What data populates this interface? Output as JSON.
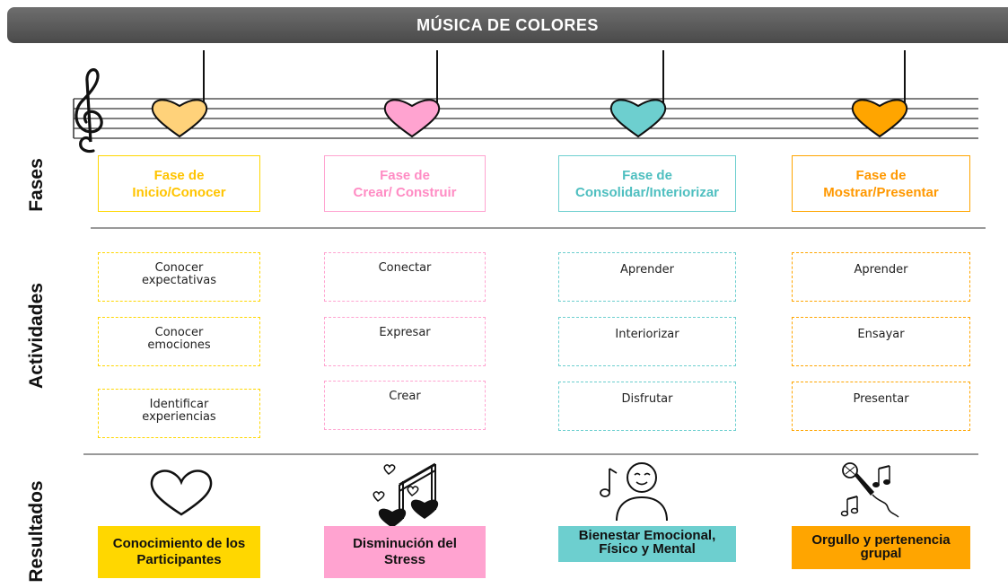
{
  "title": "MÚSICA DE COLORES",
  "row_labels": {
    "fases": "Fases",
    "actividades": "Actividades",
    "resultados": "Resultados"
  },
  "colors": {
    "yellow": "#ffd700",
    "pink": "#ffa3d0",
    "teal": "#6dcfcf",
    "orange": "#ffa500"
  },
  "phases": [
    {
      "line1": "Fase de",
      "line2": "Inicio/Conocer",
      "color": "#ffd700",
      "heart_color": "#ffd27a",
      "icon": "heart-note-icon",
      "activities": [
        {
          "line1": "Conocer",
          "line2": "expectativas"
        },
        {
          "line1": "Conocer",
          "line2": "emociones"
        },
        {
          "line1": "Identificar",
          "line2": "experiencias"
        }
      ],
      "result": {
        "line1": "Conocimiento de los",
        "line2": "Participantes"
      },
      "result_icon": "heart-outline-icon"
    },
    {
      "line1": "Fase de",
      "line2": "Crear/ Construir",
      "color": "#ffa3d0",
      "heart_color": "#ffa3d0",
      "icon": "heart-note-icon",
      "activities": [
        {
          "line1": "Conectar",
          "line2": ""
        },
        {
          "line1": "Expresar",
          "line2": ""
        },
        {
          "line1": "Crear",
          "line2": ""
        }
      ],
      "result": {
        "line1": "Disminución del",
        "line2": "Stress"
      },
      "result_icon": "music-notes-hearts-icon"
    },
    {
      "line1": "Fase de",
      "line2": "Consolidar/Interiorizar",
      "color": "#6dcfcf",
      "heart_color": "#6dcfcf",
      "icon": "heart-note-icon",
      "activities": [
        {
          "line1": "Aprender",
          "line2": ""
        },
        {
          "line1": "Interiorizar",
          "line2": ""
        },
        {
          "line1": "Disfrutar",
          "line2": ""
        }
      ],
      "result": {
        "line1": "Bienestar Emocional,",
        "line2": "Físico y Mental"
      },
      "result_icon": "happy-person-note-icon"
    },
    {
      "line1": "Fase de",
      "line2": "Mostrar/Presentar",
      "color": "#ffa500",
      "heart_color": "#ffa500",
      "icon": "heart-note-icon",
      "activities": [
        {
          "line1": "Aprender",
          "line2": ""
        },
        {
          "line1": "Ensayar",
          "line2": ""
        },
        {
          "line1": "Presentar",
          "line2": ""
        }
      ],
      "result": {
        "line1": "Orgullo y pertenencia",
        "line2": "grupal"
      },
      "result_icon": "microphone-notes-icon"
    }
  ]
}
